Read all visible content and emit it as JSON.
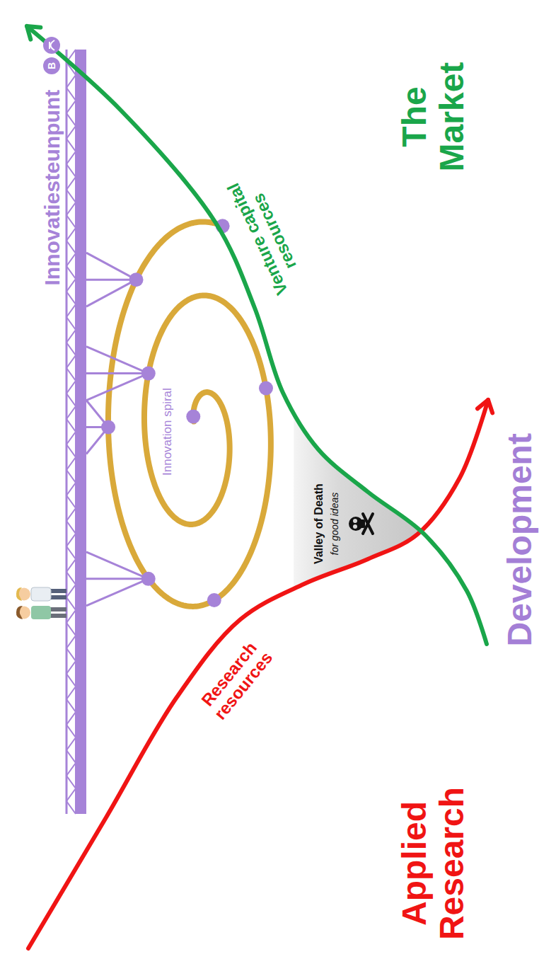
{
  "diagram": {
    "nodes": [
      {
        "text": [
          "Valley of Death",
          "for good ideas"
        ]
      }
    ],
    "labels": [
      "Innovatiesteunpunt",
      "B",
      "Innovation spiral",
      "Research resources",
      "Venture capital resources",
      "Applied Research",
      "Development",
      "The Market"
    ]
  }
}
